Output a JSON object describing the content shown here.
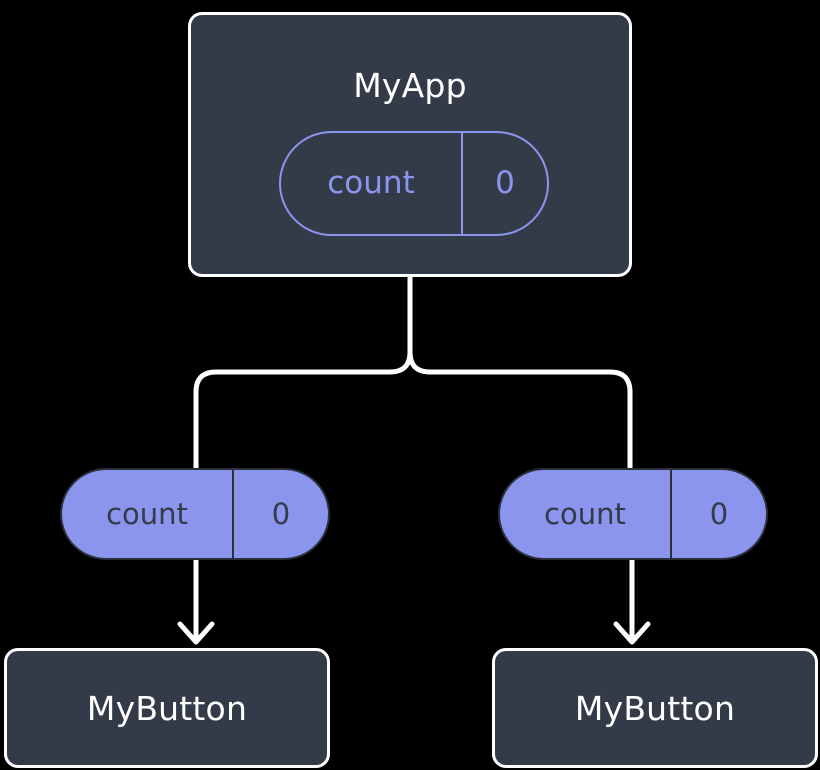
{
  "diagram": {
    "title": "MyApp component tree with count state",
    "type": "component-tree",
    "background_color": "#000000",
    "colors": {
      "box_fill": "#333b49",
      "box_border": "#ffffff",
      "box_text": "#ffffff",
      "state_accent": "#8b95ed",
      "state_text_on_fill": "#333b49",
      "connector": "#ffffff"
    }
  },
  "root": {
    "label": "MyApp",
    "state": {
      "name": "count",
      "value": "0"
    }
  },
  "branches": [
    {
      "side": "left",
      "prop": {
        "name": "count",
        "value": "0"
      },
      "child": {
        "label": "MyButton"
      }
    },
    {
      "side": "right",
      "prop": {
        "name": "count",
        "value": "0"
      },
      "child": {
        "label": "MyButton"
      }
    }
  ],
  "connectors": {
    "fork_label": "root-to-children-fork",
    "arrow_left_label": "prop-arrow-left",
    "arrow_right_label": "prop-arrow-right"
  }
}
